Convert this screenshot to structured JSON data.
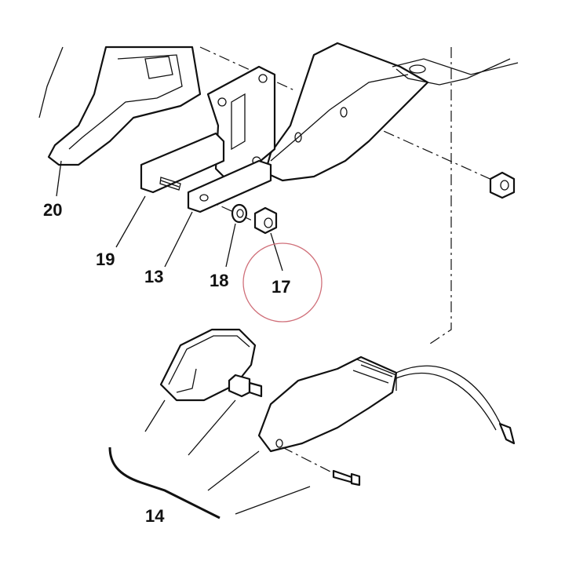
{
  "labels": {
    "part_20": "20",
    "part_19": "19",
    "part_13": "13",
    "part_18": "18",
    "part_17": "17",
    "part_14": "14"
  },
  "colors": {
    "line": "#111111",
    "background": "#ffffff",
    "highlight_circle": "#d0707a"
  }
}
